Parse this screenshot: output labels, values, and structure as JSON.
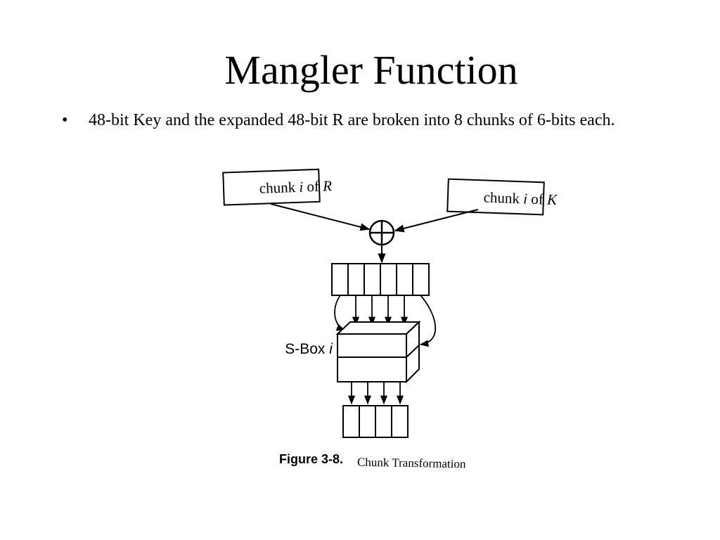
{
  "slide": {
    "title": "Mangler Function",
    "bullets": [
      {
        "text": "48-bit Key and the expanded 48-bit R are broken into 8 chunks of 6-bits each."
      }
    ]
  },
  "diagram": {
    "chunk_r": {
      "prefix": "chunk ",
      "index": "i",
      "of": " of ",
      "var": "R"
    },
    "chunk_k": {
      "prefix": "chunk ",
      "index": "i",
      "of": " of ",
      "var": "K"
    },
    "xor_symbol": "⊕",
    "sbox_label": {
      "prefix": "S-Box ",
      "index": "i"
    },
    "caption": {
      "figure": "Figure 3-8.",
      "text": "Chunk Transformation"
    }
  }
}
